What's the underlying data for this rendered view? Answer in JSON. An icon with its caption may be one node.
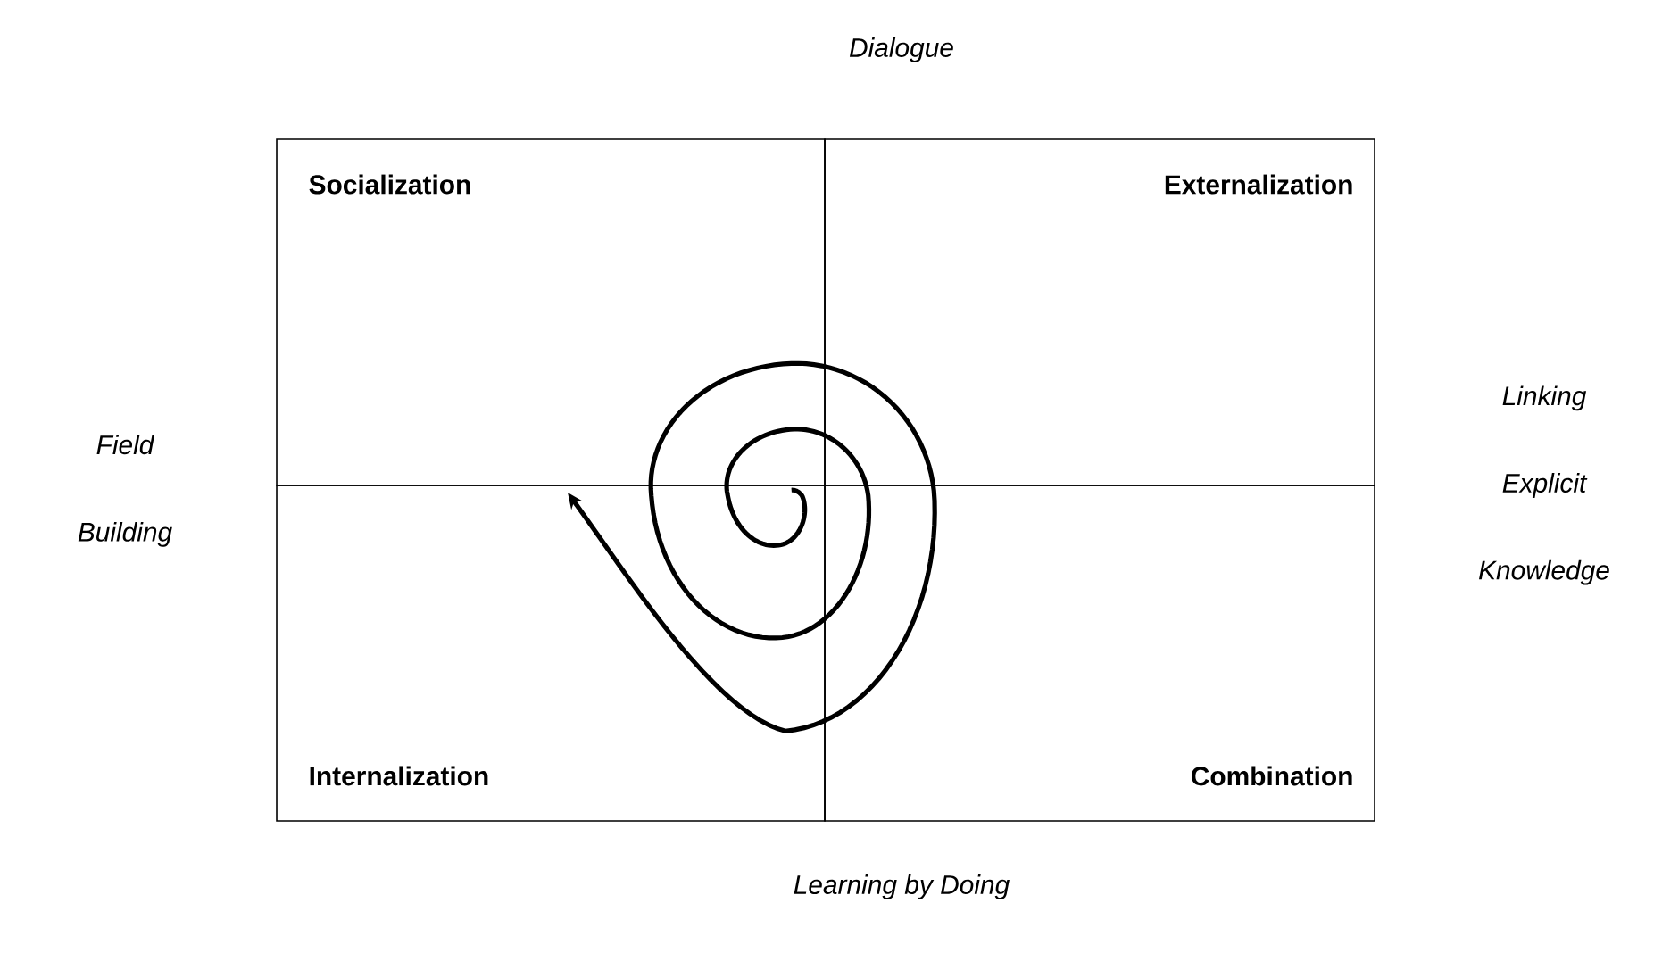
{
  "diagram": {
    "nodes": [
      {
        "text": [
          "Socialization"
        ]
      },
      {
        "text": [
          "Externalization"
        ]
      },
      {
        "text": [
          "Internalization"
        ]
      },
      {
        "text": [
          "Combination"
        ]
      }
    ],
    "labels": [
      "Dialogue",
      "Field Building",
      "Linking Explicit Knowledge",
      "Learning by Doing"
    ]
  }
}
